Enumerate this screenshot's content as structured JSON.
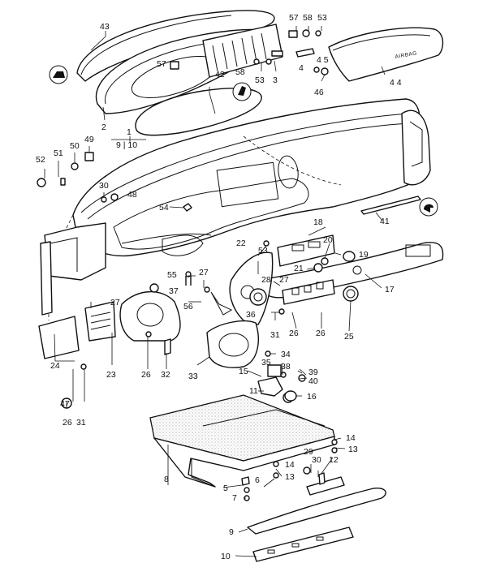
{
  "title": "Dashboard assembly exploded parts diagram",
  "callouts": {
    "c1": "1",
    "c2": "2",
    "c3": "3",
    "c4": "4",
    "c5": "5",
    "c6": "6",
    "c7": "7",
    "c8": "8",
    "c9": "9",
    "c10": "10",
    "c11": "11",
    "c12": "12",
    "c13a": "13",
    "c13b": "13",
    "c14a": "14",
    "c14b": "14",
    "c15": "15",
    "c16": "16",
    "c17": "17",
    "c18": "18",
    "c19": "19",
    "c20": "20",
    "c21": "21",
    "c22": "22",
    "c23": "23",
    "c24": "24",
    "c25": "25",
    "c26a": "26",
    "c26b": "26",
    "c26c": "26",
    "c26d": "26",
    "c27a": "27",
    "c27b": "27",
    "c27c": "27",
    "c28": "28",
    "c29": "29",
    "c30a": "30",
    "c30b": "30",
    "c31a": "31",
    "c31b": "31",
    "c32": "32",
    "c33": "33",
    "c34": "34",
    "c35": "35",
    "c36": "36",
    "c37": "37",
    "c38": "38",
    "c39": "39",
    "c40": "40",
    "c41": "41",
    "c42": "42",
    "c43": "43",
    "c44": "4 4",
    "c45": "4 5",
    "c46": "46",
    "c47": "47",
    "c48": "48",
    "c49": "49",
    "c50": "50",
    "c51": "51",
    "c52": "52",
    "c53a": "53",
    "c53b": "53",
    "c53c": "53",
    "c54": "54",
    "c55": "55",
    "c56": "56",
    "c57a": "57",
    "c57b": "57",
    "c58a": "58",
    "c58b": "58",
    "c9_10": "9 | 10"
  },
  "airbag_label": "AIRBAG",
  "icons": [
    "lhd-car-icon",
    "rhd-car-icon",
    "arrow-icon"
  ]
}
